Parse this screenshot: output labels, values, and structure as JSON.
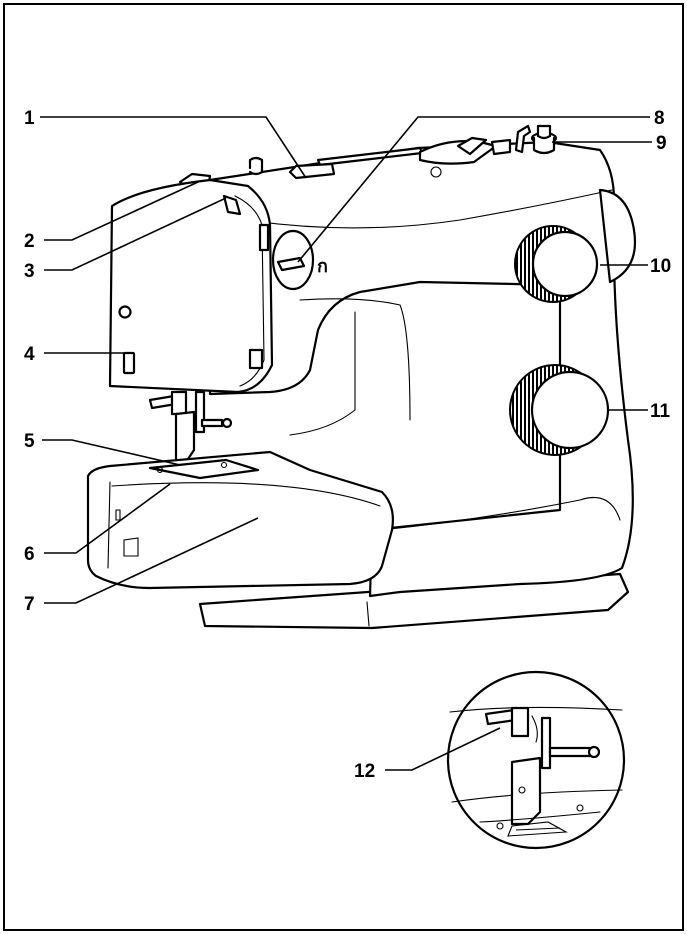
{
  "diagram": {
    "labels": [
      {
        "id": 1,
        "text": "1"
      },
      {
        "id": 2,
        "text": "2"
      },
      {
        "id": 3,
        "text": "3"
      },
      {
        "id": 4,
        "text": "4"
      },
      {
        "id": 5,
        "text": "5"
      },
      {
        "id": 6,
        "text": "6"
      },
      {
        "id": 7,
        "text": "7"
      },
      {
        "id": 8,
        "text": "8"
      },
      {
        "id": 9,
        "text": "9"
      },
      {
        "id": 10,
        "text": "10"
      },
      {
        "id": 11,
        "text": "11"
      },
      {
        "id": 12,
        "text": "12"
      }
    ],
    "symbol": "ก"
  }
}
